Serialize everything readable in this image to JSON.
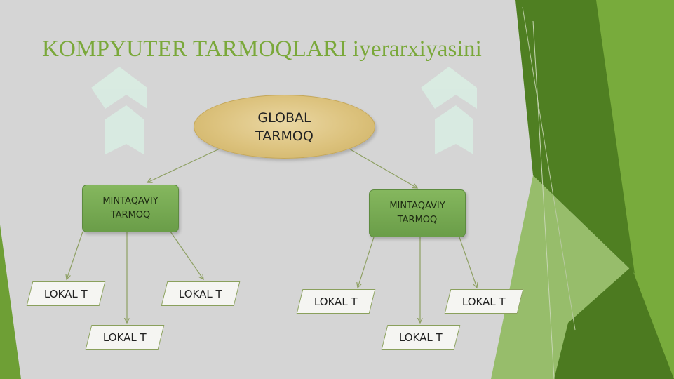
{
  "title": "KOMPYUTER TARMOQLARI iyerarxiyasini",
  "root": {
    "label": "GLOBAL TARMOQ"
  },
  "regions": [
    {
      "label": "MINTAQAVIY TARMOQ"
    },
    {
      "label": "MINTAQAVIY TARMOQ"
    }
  ],
  "locals": [
    {
      "label": "LOKAL T"
    },
    {
      "label": "LOKAL T"
    },
    {
      "label": "LOKAL T"
    },
    {
      "label": "LOKAL T"
    },
    {
      "label": "LOKAL T"
    },
    {
      "label": "LOKAL T"
    }
  ],
  "colors": {
    "title": "#7aa83a",
    "ellipse": "#dcc27d",
    "region": "#75a852",
    "accent_green": "#6a9a2e"
  }
}
